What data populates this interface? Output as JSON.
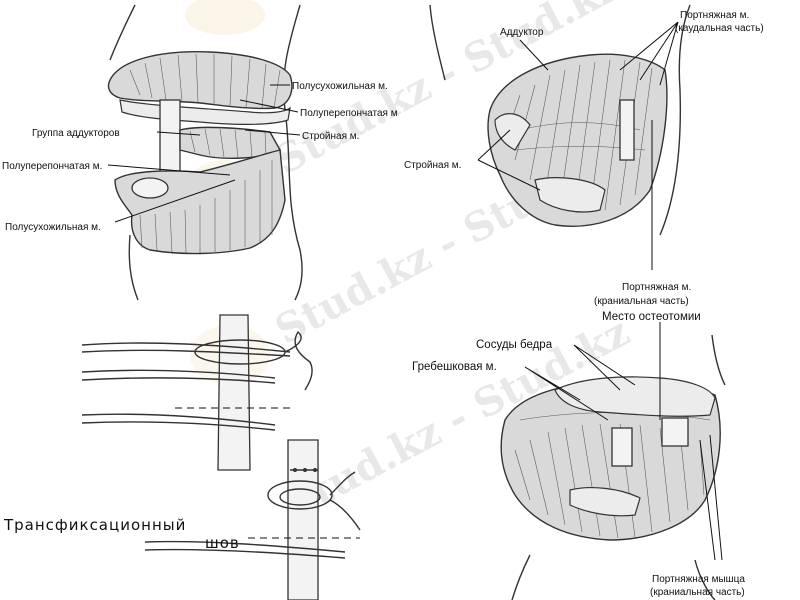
{
  "watermark": "Stud.kz - Stud.kz",
  "panel_top_left": {
    "labels": {
      "semitendinosus_top": "Полусухожильная м.",
      "semimembranosus_top": "Полуперепончатая м",
      "gracilis": "Стройная м.",
      "adductors": "Группа аддукторов",
      "semimembranosus_left": "Полуперепончатая м.",
      "semitendinosus_bottom": "Полусухожильная м."
    }
  },
  "panel_top_right": {
    "labels": {
      "adductor": "Аддуктор",
      "sartorius_caudal_1": "Портняжная м.",
      "sartorius_caudal_2": "(каудальная часть)",
      "gracilis": "Стройная м.",
      "sartorius_cranial_1": "Портняжная м.",
      "sartorius_cranial_2": "(краниальная часть)"
    }
  },
  "panel_bottom_left": {
    "labels": {
      "transfixion_1": "Трансфиксационный",
      "transfixion_2": "шов"
    }
  },
  "panel_bottom_right": {
    "labels": {
      "osteotomy": "Место остеотомии",
      "femoral_vessels": "Сосуды бедра",
      "pectineus": "Гребешковая м.",
      "sartorius_1": "Портняжная мышца",
      "sartorius_2": "(краниальная часть)"
    }
  }
}
